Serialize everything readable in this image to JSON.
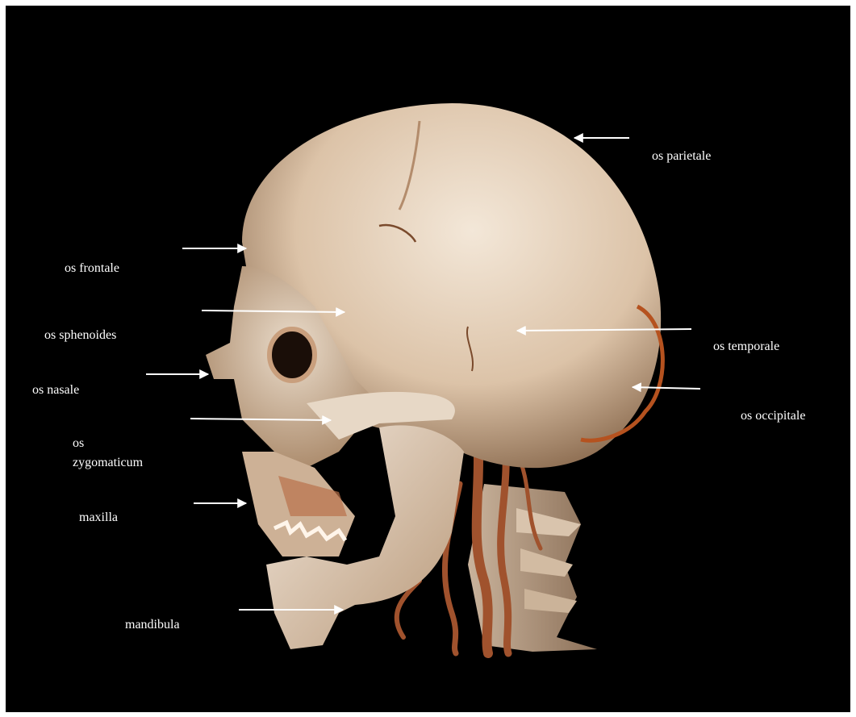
{
  "labels": {
    "os_parietale": "os parietale",
    "os_frontale": "os frontale",
    "os_sphenoides": "os sphenoides",
    "os_temporale": "os temporale",
    "os_nasale": "os nasale",
    "os_occipitale": "os occipitale",
    "os_zygomaticum_line1": "os",
    "os_zygomaticum_line2": "zygomaticum",
    "maxilla": "maxilla",
    "mandibula": "mandibula"
  },
  "colors": {
    "background": "#000000",
    "bone": "#e8d6c4",
    "vessel": "#a0522d",
    "label_text": "#ffffff",
    "arrow": "#ffffff"
  }
}
